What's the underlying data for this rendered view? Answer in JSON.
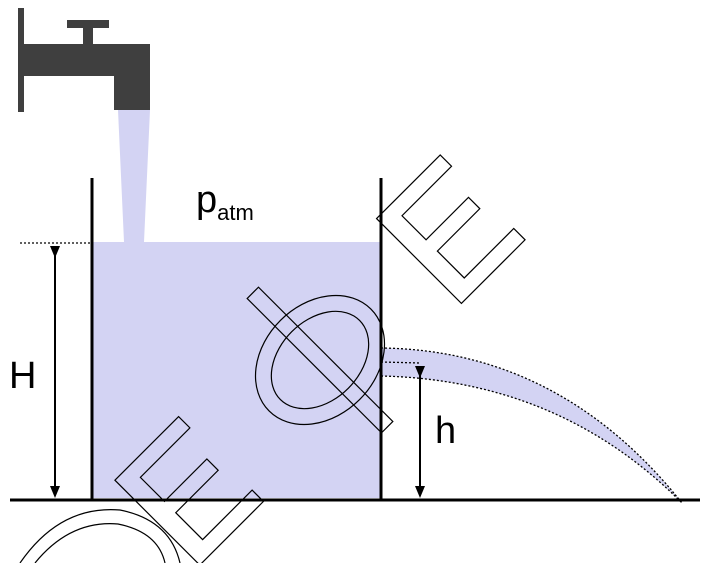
{
  "labels": {
    "pressure_symbol": "p",
    "pressure_subscript": "atm",
    "total_height": "H",
    "hole_height": "h"
  },
  "watermark": {
    "text": "ЕФЕ"
  },
  "colors": {
    "water": "#d3d3f3",
    "stroke": "#000000",
    "faucet": "#3f3f3f",
    "background": "#ffffff"
  }
}
